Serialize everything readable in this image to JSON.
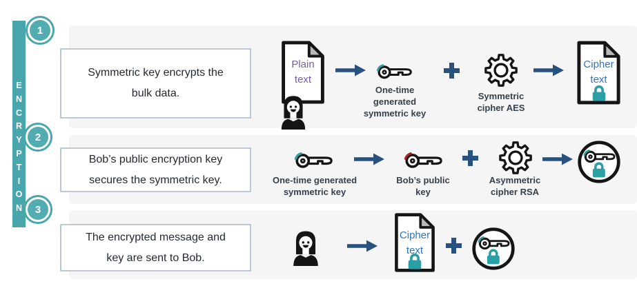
{
  "rail": {
    "label": "ENCRYPTION"
  },
  "steps": [
    "1",
    "2",
    "3"
  ],
  "colors": {
    "railTeal": "#4aa6ad",
    "iconTeal": "#2b9fa6",
    "iconRed": "#a8251c",
    "navy": "#27517e",
    "ink": "#151515"
  },
  "icons": [
    "step-badge",
    "plain-text-document-icon",
    "sender-person-icon",
    "arrow-icon",
    "symmetric-key-icon",
    "plus-icon",
    "symmetric-cipher-gear-icon",
    "cipher-text-document-icon",
    "lock-icon",
    "public-key-icon",
    "asymmetric-cipher-gear-icon",
    "encrypted-key-icon"
  ],
  "row1": {
    "description": "Symmetric key encrypts the\nbulk data.",
    "doc_plain": "Plain\ntext",
    "key_label": "One-time\ngenerated\nsymmetric key",
    "gear_label": "Symmetric\ncipher AES",
    "doc_cipher": "Cipher\ntext"
  },
  "row2": {
    "description": "Bob’s public encryption key\nsecures the symmetric key.",
    "key1_label": "One-time generated\nsymmetric key",
    "key2_label": "Bob’s public\nkey",
    "gear_label": "Asymmetric\ncipher RSA"
  },
  "row3": {
    "description": "The encrypted message and\nkey are sent to Bob.",
    "doc_cipher": "Cipher\ntext"
  }
}
